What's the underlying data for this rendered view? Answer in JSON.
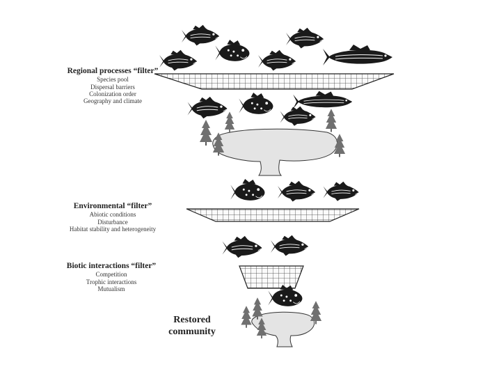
{
  "filters": [
    {
      "title": "Regional processes “filter”",
      "items": [
        "Species pool",
        "Dispersal barriers",
        "Colonization order",
        "Geography and climate"
      ]
    },
    {
      "title": "Environmental “filter”",
      "items": [
        "Abiotic conditions",
        "Disturbance",
        "Habitat stability and heterogeneity"
      ]
    },
    {
      "title": "Biotic interactions “filter”",
      "items": [
        "Competition",
        "Trophic interactions",
        "Mutualism"
      ]
    }
  ],
  "restored_label": {
    "line1": "Restored",
    "line2": "community"
  },
  "colors": {
    "fish": "#1a1a1a",
    "mesh": "#333333",
    "pond": "#e4e4e4",
    "tree": "#707070"
  }
}
